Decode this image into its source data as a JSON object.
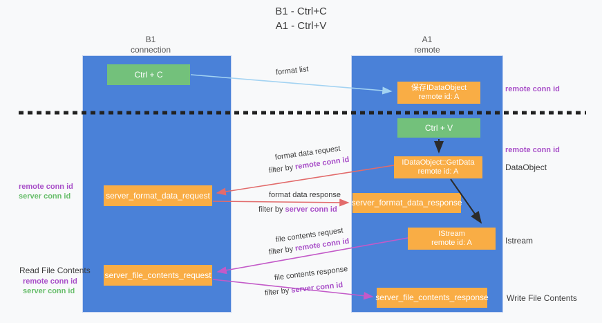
{
  "title": {
    "line1": "B1 - Ctrl+C",
    "line2": "A1 - Ctrl+V"
  },
  "columns": {
    "left": {
      "name": "B1",
      "role": "connection"
    },
    "right": {
      "name": "A1",
      "role": "remote"
    }
  },
  "boxes": {
    "ctrl_c": {
      "label": "Ctrl + C"
    },
    "save_idataobject": {
      "line1": "保存IDataObject",
      "line2": "remote id: A"
    },
    "ctrl_v": {
      "label": "Ctrl + V"
    },
    "getdata": {
      "line1": "IDataObject::GetData",
      "line2": "remote id: A"
    },
    "format_request": {
      "label": "server_format_data_request"
    },
    "format_response": {
      "label": "server_format_data_response"
    },
    "istream": {
      "line1": "IStream",
      "line2": "remote id: A"
    },
    "file_request": {
      "label": "server_file_contents_request"
    },
    "file_response": {
      "label": "server_file_contents_response"
    }
  },
  "arrow_labels": {
    "format_list": "format list",
    "format_data_request": "format data request",
    "format_data_response": "format data response",
    "file_contents_request": "file contents request",
    "file_contents_response": "file contents response",
    "filter_by": "filter by ",
    "remote_conn_id": "remote conn id",
    "server_conn_id": "server conn id"
  },
  "side_labels": {
    "remote_conn_id": "remote conn id",
    "server_conn_id": "server conn id",
    "dataobject": "DataObject",
    "istream": "Istream",
    "read_file_contents": "Read File Contents",
    "write_file_contents": "Write File Contents"
  },
  "colors": {
    "column_blue": "#4a81d8",
    "node_green": "#73c17b",
    "node_orange": "#f9ad45",
    "arrow_red": "#e26b6b",
    "arrow_magenta": "#c35ac8",
    "arrow_lightblue": "#a3d3f2",
    "arrow_black": "#2b2b2b",
    "text_purple": "#a84fc8",
    "text_green": "#67bd6a"
  }
}
